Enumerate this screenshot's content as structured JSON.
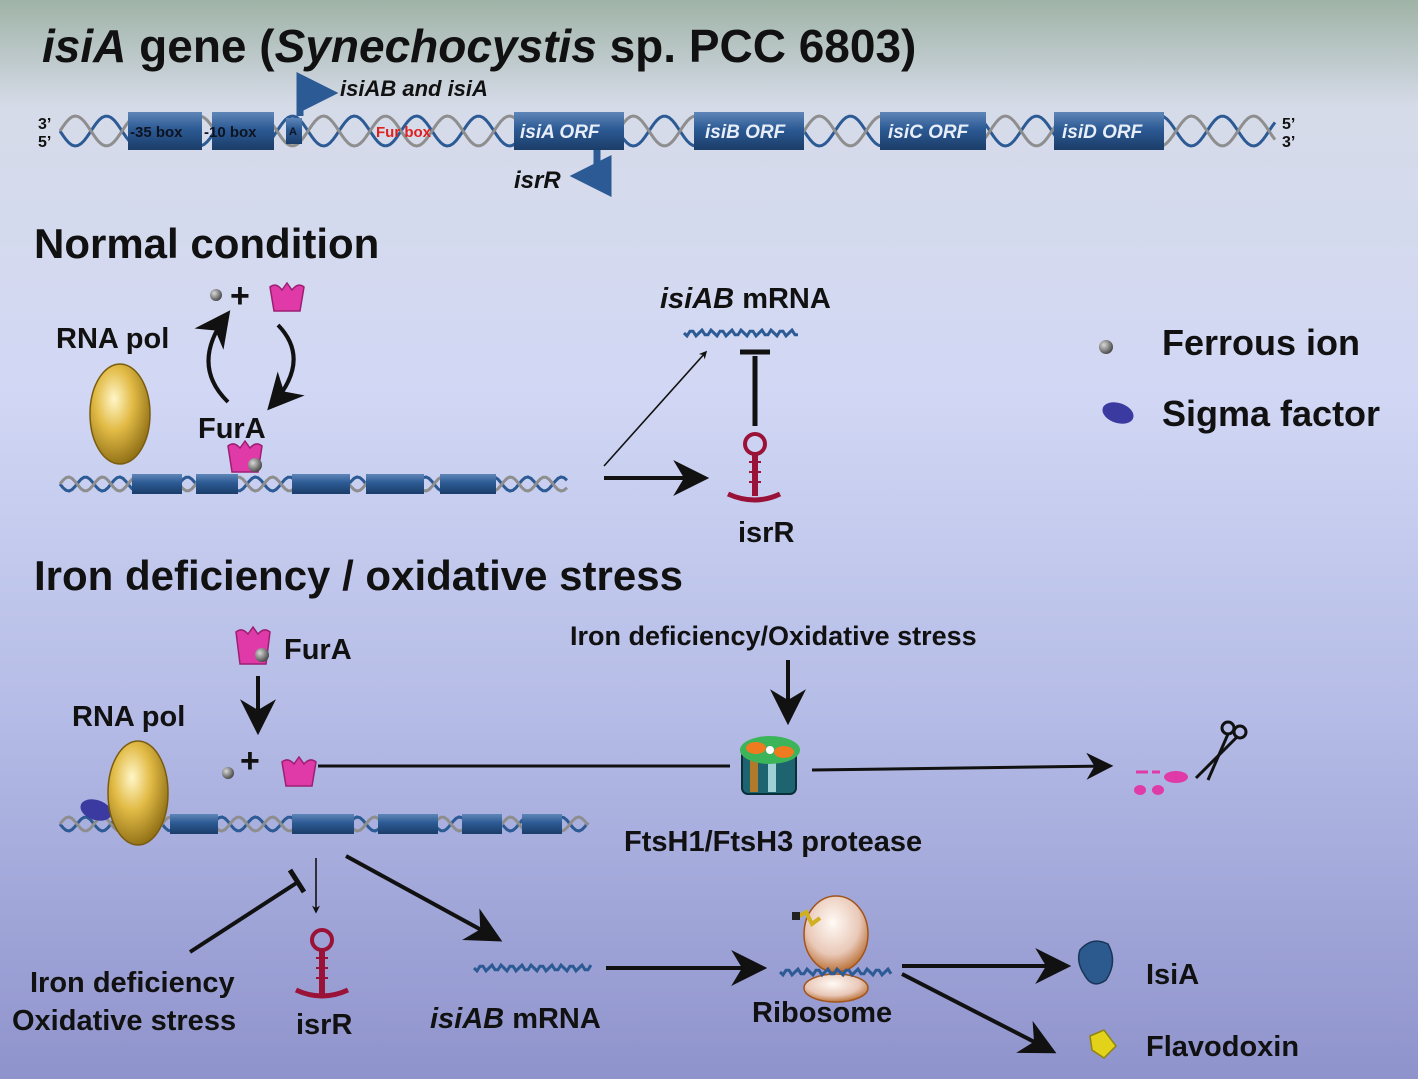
{
  "title": {
    "gene_italic": "isiA",
    "gene_rest": " gene (",
    "species_italic": "Synechocystis",
    "species_rest": " sp. PCC 6803)"
  },
  "gene_map": {
    "strand_left_top": "3’",
    "strand_left_bottom": "5’",
    "strand_right_top": "5’",
    "strand_right_bottom": "3’",
    "box_35": "-35 box",
    "box_10": "-10 box",
    "box_a": "A",
    "fur_box": "Fur box",
    "orfs": [
      "isiA ORF",
      "isiB ORF",
      "isiC ORF",
      "isiD ORF"
    ],
    "promoter_isiab": "isiAB and isiA",
    "promoter_isrr": "isrR"
  },
  "normal": {
    "heading": "Normal condition",
    "rna_pol": "RNA pol",
    "plus": "+",
    "fura": "FurA",
    "mrna_italic": "isiAB",
    "mrna_rest": " mRNA",
    "isrr": "isrR"
  },
  "legend": {
    "ferrous_ion": "Ferrous ion",
    "sigma_factor": "Sigma factor",
    "colors": {
      "ferrous": "#6b6b6b",
      "sigma": "#3b3aa0"
    }
  },
  "stress": {
    "heading": "Iron deficiency / oxidative stress",
    "fura": "FurA",
    "rna_pol": "RNA pol",
    "plus": "+",
    "stress_label": "Iron deficiency/Oxidative stress",
    "protease": "FtsH1/FtsH3 protease",
    "inhibitor_line1": "Iron deficiency",
    "inhibitor_line2": "Oxidative stress",
    "isrr": "isrR",
    "mrna_italic": "isiAB",
    "mrna_rest": " mRNA",
    "ribosome": "Ribosome",
    "isia": "IsiA",
    "flavodoxin": "Flavodoxin"
  },
  "colors": {
    "dna_blue": "#2c5a94",
    "dna_grey": "#8e8e8e",
    "fura_magenta": "#e03aa8",
    "isrr_red": "#9b1238",
    "isia_blue": "#2d5a8e",
    "flavodoxin_yellow": "#e2d21a",
    "rna_pol_gold": "#d9b23a"
  }
}
